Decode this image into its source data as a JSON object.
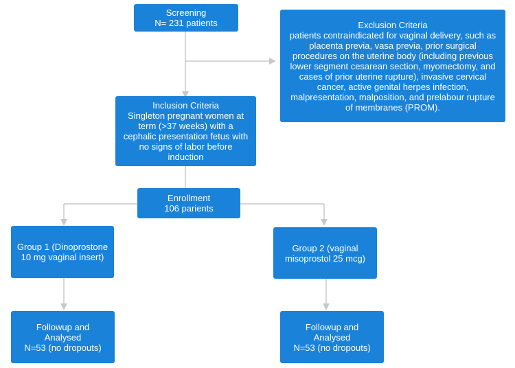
{
  "flowchart": {
    "screening": {
      "title": "Screening",
      "detail": "N= 231 patients"
    },
    "exclusion": {
      "title": "Exclusion Criteria",
      "detail": "patients contraindicated for vaginal delivery, such as placenta previa, vasa previa, prior surgical procedures on the uterine body (including previous lower segment cesarean section, myomectomy, and cases of prior uterine rupture), invasive cervical cancer, active genital herpes infection, malpresentation, malposition, and prelabour rupture of membranes (PROM)."
    },
    "inclusion": {
      "title": "Inclusion Criteria",
      "detail": "Singleton pregnant women at term (>37 weeks) with a cephalic presentation fetus with no signs of labor before induction"
    },
    "enrollment": {
      "title": "Enrollment",
      "detail": "106 parients"
    },
    "group1": {
      "label": "Group 1 (Dinoprostone 10 mg vaginal insert)"
    },
    "group2": {
      "label": "Group 2 (vaginal misoprostol 25 mcg)"
    },
    "followup1": {
      "title": "Followup and Analysed",
      "detail": "N=53 (no dropouts)"
    },
    "followup2": {
      "title": "Followup and Analysed",
      "detail": "N=53 (no dropouts)"
    }
  },
  "colors": {
    "box_fill": "#1a83d9",
    "box_text": "#ffffff",
    "connector": "#c8c8c8"
  }
}
